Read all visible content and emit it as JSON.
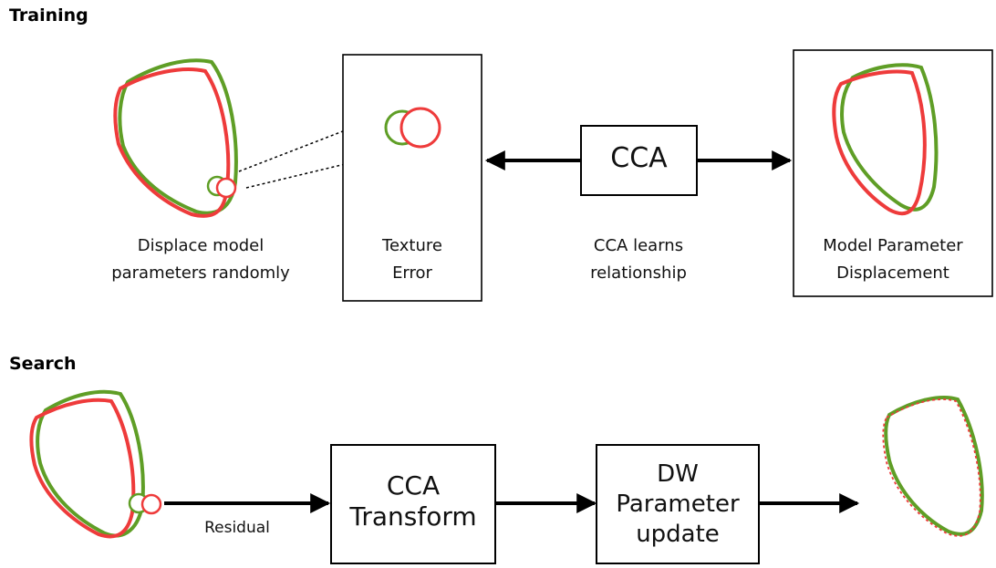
{
  "training": {
    "heading": "Training",
    "displace_label": [
      "Displace model",
      "parameters randomly"
    ],
    "texture_box_label": [
      "Texture",
      "Error"
    ],
    "cca_box": "CCA",
    "cca_learns_label": [
      "CCA learns",
      "relationship"
    ],
    "model_param_box_label": [
      "Model Parameter",
      "Displacement"
    ]
  },
  "search": {
    "heading": "Search",
    "residual_label": "Residual",
    "cca_transform_box": [
      "CCA",
      "Transform"
    ],
    "dw_update_box": [
      "DW",
      "Parameter",
      "update"
    ]
  },
  "colors": {
    "green": "#5f9e26",
    "red": "#ee3b3b",
    "line": "#000000"
  }
}
